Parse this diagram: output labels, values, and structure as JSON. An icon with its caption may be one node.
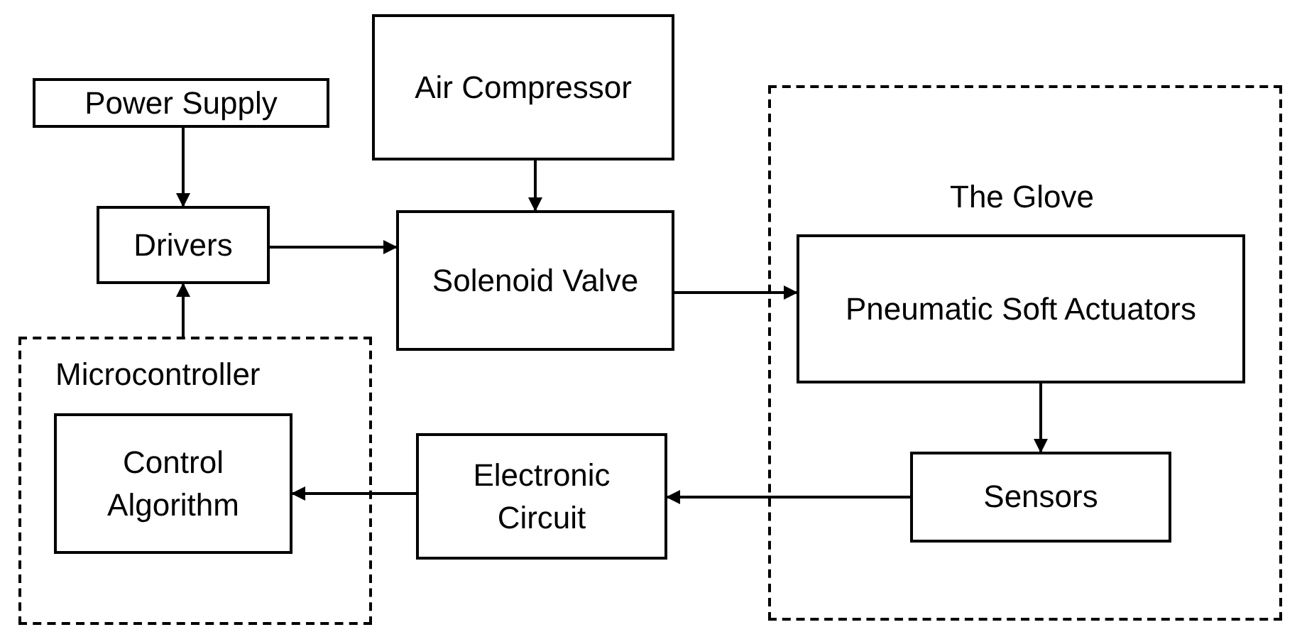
{
  "diagram": {
    "nodes": [
      {
        "text": [
          "Power Supply"
        ]
      },
      {
        "text": [
          "Air Compressor"
        ]
      },
      {
        "text": [
          "Drivers"
        ]
      },
      {
        "text": [
          "Solenoid Valve"
        ]
      },
      {
        "text": [
          "Microcontroller"
        ]
      },
      {
        "text": [
          "Control Algorithm"
        ],
        "in": 4
      },
      {
        "text": [
          "The Glove"
        ]
      },
      {
        "text": [
          "Pneumatic Soft Actuators"
        ],
        "in": 6
      },
      {
        "text": [
          "Sensors"
        ],
        "in": 6
      },
      {
        "text": [
          "Electronic Circuit"
        ]
      }
    ],
    "edges": [
      {
        "from": 0,
        "to": 2,
        "arrow": "to"
      },
      {
        "from": 1,
        "to": 3,
        "arrow": "to"
      },
      {
        "from": 2,
        "to": 3,
        "arrow": "to"
      },
      {
        "from": 4,
        "to": 2,
        "arrow": "to"
      },
      {
        "from": 3,
        "to": 7,
        "arrow": "to"
      },
      {
        "from": 7,
        "to": 8,
        "arrow": "to"
      },
      {
        "from": 8,
        "to": 9,
        "arrow": "to"
      },
      {
        "from": 9,
        "to": 5,
        "arrow": "to"
      }
    ]
  }
}
